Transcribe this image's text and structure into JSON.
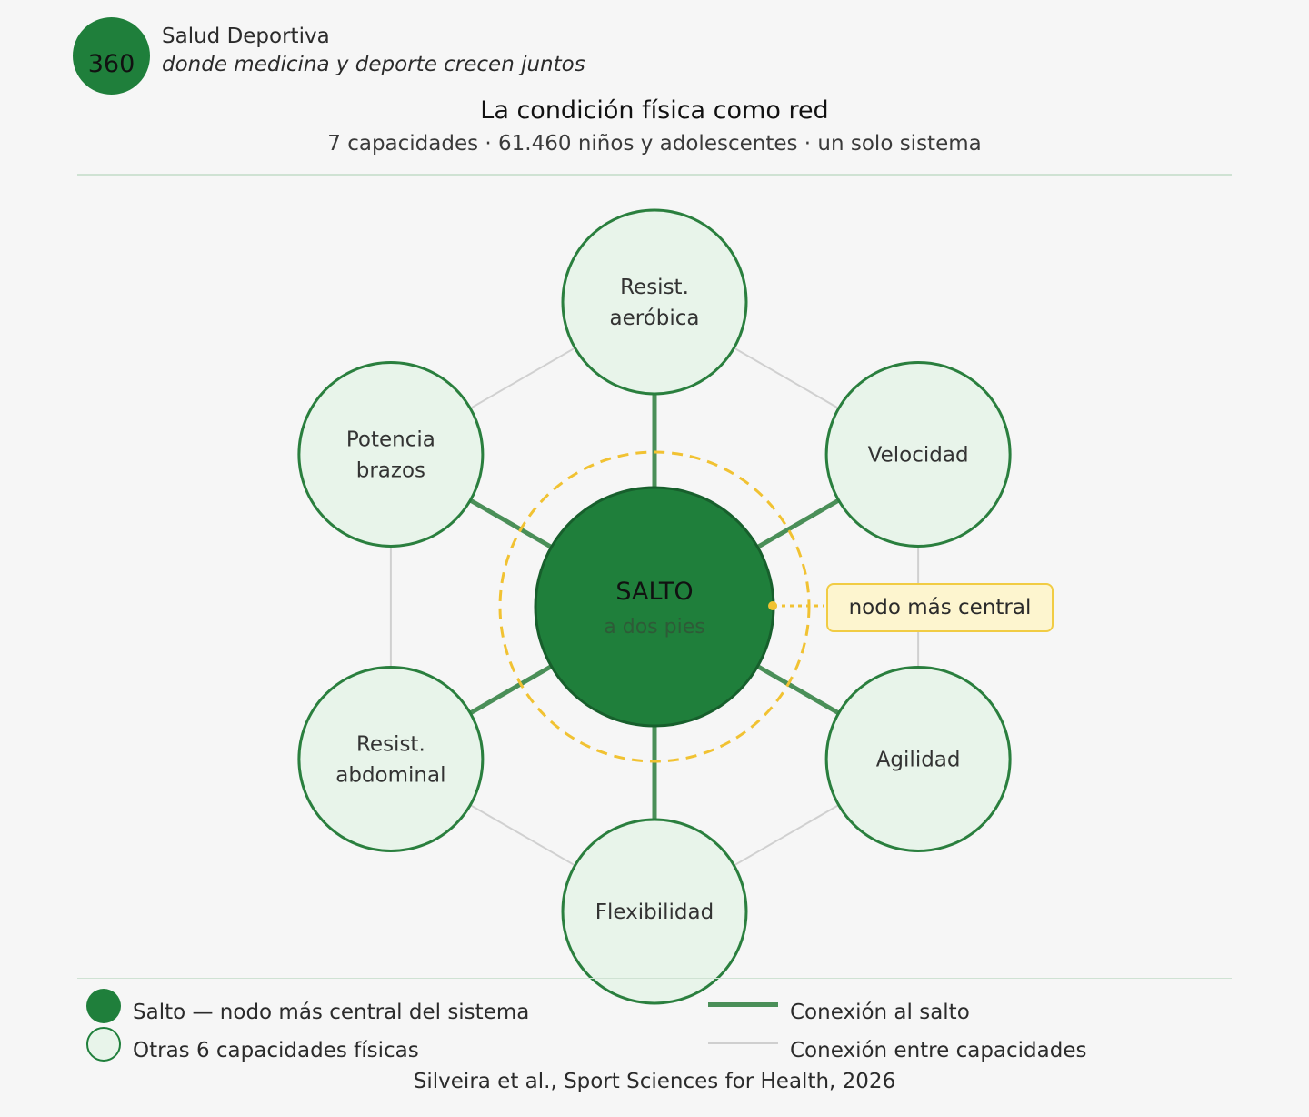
{
  "brand": {
    "logo_text": "360",
    "name": "Salud Deportiva",
    "tagline": "donde medicina y deporte crecen juntos"
  },
  "header": {
    "title": "La condición física como red",
    "subtitle": "7 capacidades · 61.460 niños y adolescentes · un solo sistema"
  },
  "network": {
    "center": {
      "line1": "SALTO",
      "line2": "a dos pies"
    },
    "nodes": [
      {
        "id": "aerobica",
        "lines": [
          "Resist.",
          "aeróbica"
        ]
      },
      {
        "id": "velocidad",
        "lines": [
          "Velocidad"
        ]
      },
      {
        "id": "agilidad",
        "lines": [
          "Agilidad"
        ]
      },
      {
        "id": "flexibilidad",
        "lines": [
          "Flexibilidad"
        ]
      },
      {
        "id": "abdominal",
        "lines": [
          "Resist.",
          "abdominal"
        ]
      },
      {
        "id": "potencia",
        "lines": [
          "Potencia",
          "brazos"
        ]
      }
    ],
    "callout": "nodo más central",
    "colors": {
      "center": "#1f7f3b",
      "node_fill": "#e8f4ea",
      "node_stroke": "#2a7f3e",
      "hub_edge": "#4a8f58",
      "ring_edge": "#d0d0d0",
      "highlight": "#f1c232"
    }
  },
  "legend": {
    "center_node": "Salto — nodo más central del sistema",
    "other_nodes": "Otras 6 capacidades físicas",
    "hub_connection": "Conexión al salto",
    "ring_connection": "Conexión entre capacidades"
  },
  "source": "Silveira et al., Sport Sciences for Health, 2026"
}
